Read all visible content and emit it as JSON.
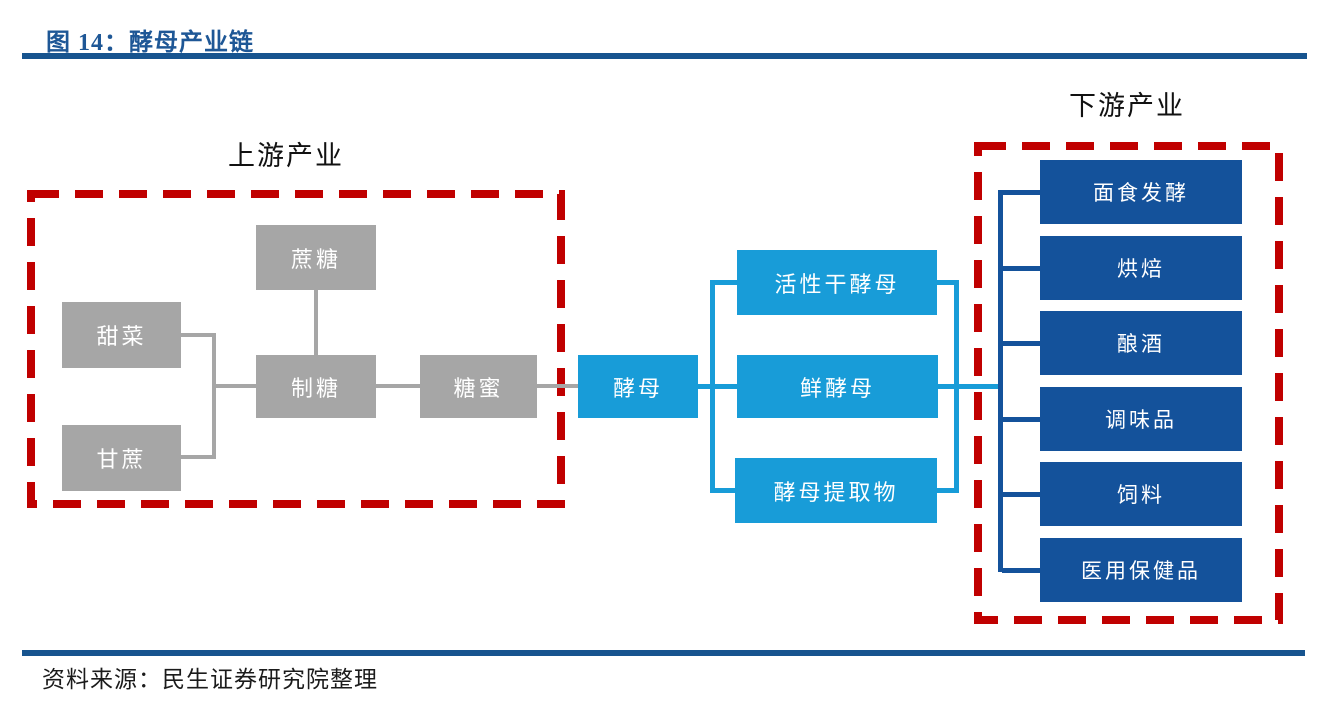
{
  "header": {
    "title": "图 14：酵母产业链"
  },
  "footer": {
    "source": "资料来源：民生证券研究院整理"
  },
  "colors": {
    "title": "#1E5796",
    "navy_line": "#17548F",
    "light_blue": "#189CD8",
    "dark_blue": "#14529B",
    "gray": "#A6A6A6",
    "red": "#C00000"
  },
  "diagram": {
    "upstream": {
      "label": "上游产业",
      "sucrose": "蔗糖",
      "beet": "甜菜",
      "sugar_making": "制糖",
      "molasses": "糖蜜",
      "sugarcane": "甘蔗"
    },
    "core": {
      "yeast": "酵母"
    },
    "products": {
      "active_dry_yeast": "活性干酵母",
      "fresh_yeast": "鲜酵母",
      "yeast_extract": "酵母提取物"
    },
    "downstream": {
      "label": "下游产业",
      "items": [
        "面食发酵",
        "烘焙",
        "酿酒",
        "调味品",
        "饲料",
        "医用保健品"
      ]
    }
  }
}
